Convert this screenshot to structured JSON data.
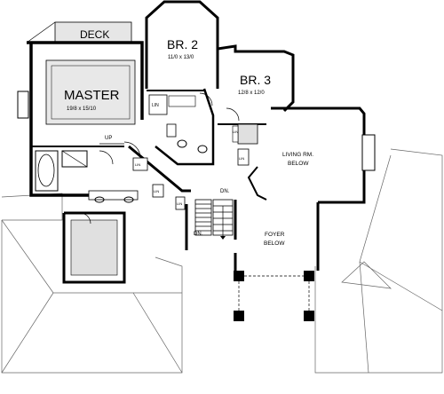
{
  "rooms": {
    "deck": {
      "name": "DECK"
    },
    "master": {
      "name": "MASTER",
      "dims": "19/8 x 15/10"
    },
    "br2": {
      "name": "BR. 2",
      "dims": "11/0 x 13/0"
    },
    "br3": {
      "name": "BR. 3",
      "dims": "12/8 x 12/0"
    },
    "living": {
      "line1": "LIVING RM.",
      "line2": "BELOW"
    },
    "foyer": {
      "line1": "FOYER",
      "line2": "BELOW"
    }
  },
  "labels": {
    "up": "UP",
    "dn1": "DN.",
    "dn2": "DN.",
    "lin1": "LIN",
    "lin2": "LIN",
    "lin3": "LIN",
    "lin4": "LIN",
    "lin5": "LIN"
  }
}
